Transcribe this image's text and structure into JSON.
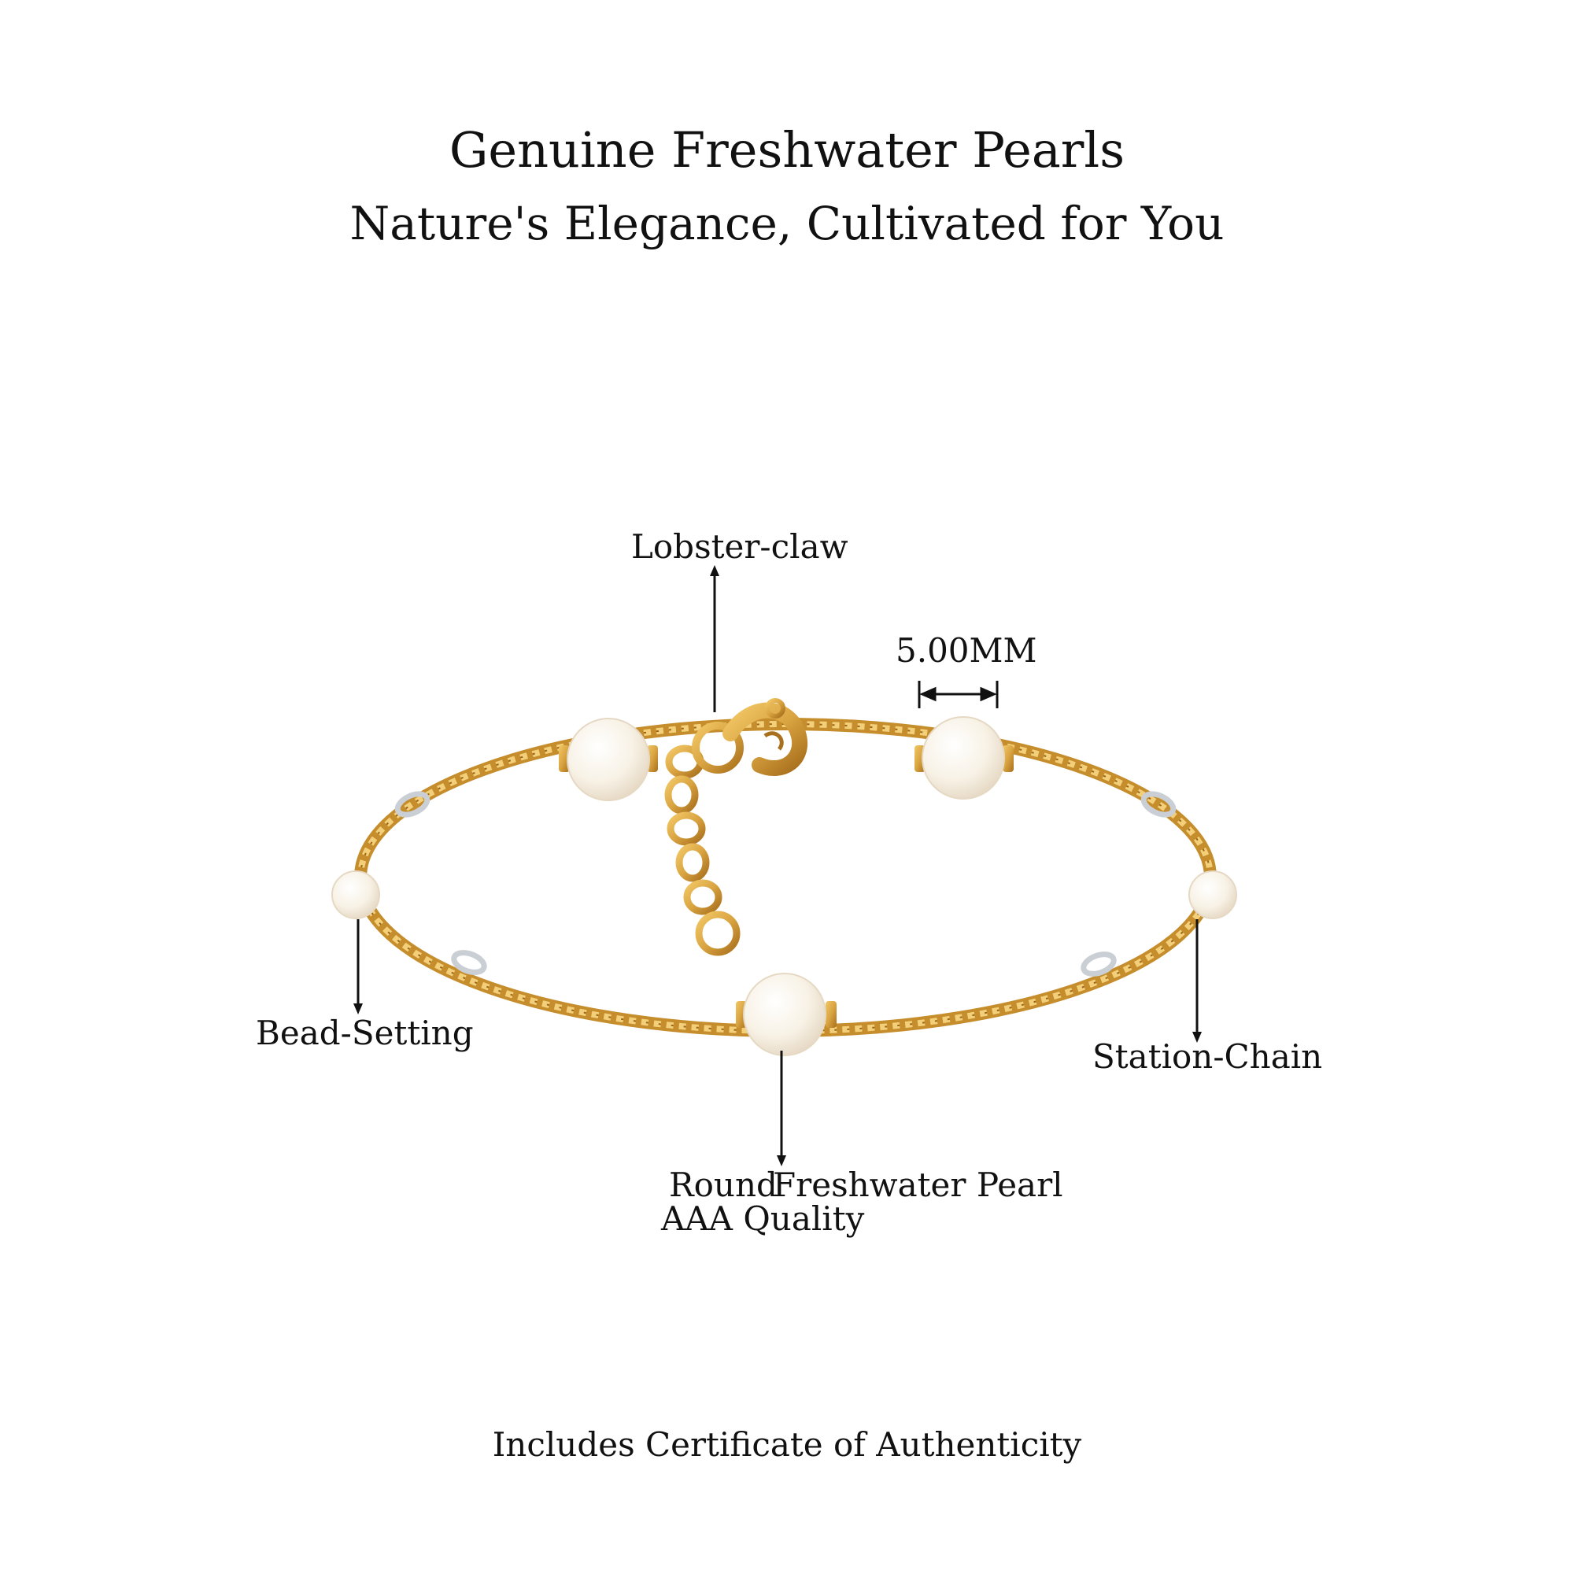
{
  "heading": {
    "title": "Genuine Freshwater Pearls",
    "subtitle": "Nature's Elegance, Cultivated for You"
  },
  "labels": {
    "clasp": "Lobster-claw",
    "size": "5.00MM",
    "bead_setting": "Bead-Setting",
    "station_chain": "Station-Chain",
    "pearl_line1_a": "Round",
    "pearl_line1_b": "Freshwater Pearl",
    "pearl_line2": "AAA Quality"
  },
  "footer": {
    "note": "Includes Certificate of Authenticity"
  },
  "colors": {
    "gold": "#d9a441",
    "gold_dark": "#b07a22",
    "pearl": "#fbf7ef",
    "pearl_shade": "#e8dccb",
    "silver": "#d8dde2",
    "text": "#111111"
  }
}
